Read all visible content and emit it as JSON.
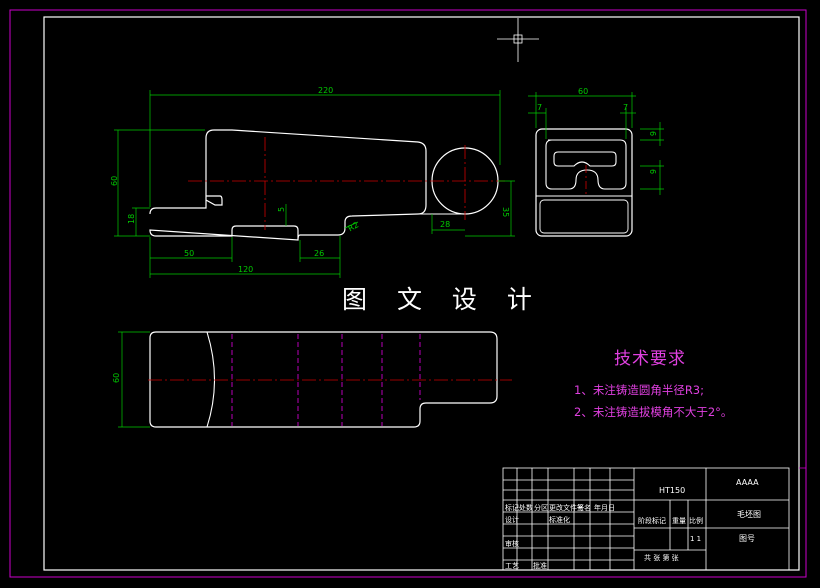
{
  "dimensions": {
    "top_length": "220",
    "top_height": "60",
    "base_height": "18",
    "left_step": "50",
    "center_step": "120",
    "slot_width": "26",
    "slot_depth": "5",
    "fillet_radius": "R2",
    "boss_width": "28",
    "right_height": "35",
    "side_width": "60",
    "side_left_gap": "7",
    "side_right_gap": "7",
    "side_top_dim": "6",
    "side_mid_dim": "6",
    "bottom_height": "60"
  },
  "watermark": "图 文 设 计",
  "requirements": {
    "title": "技术要求",
    "items": [
      "1、未注铸造圆角半径R3;",
      "2、未注铸造拔模角不大于2°。"
    ]
  },
  "title_block": {
    "material": "HT150",
    "company": "AAAA",
    "drawing_name": "毛坯图",
    "drawing_number": "图号",
    "header_labels": [
      "标记",
      "处数",
      "分区",
      "更改文件号",
      "签名",
      "年月日"
    ],
    "design_label": "设计",
    "standardize_label": "标准化",
    "stage_label": "阶段标记",
    "weight_label": "重量",
    "scale_label": "比例",
    "review_label": "审核",
    "process_label": "工艺",
    "approve_label": "批准",
    "scale_value": "1 1",
    "sheet_info": "共 张 第 张"
  },
  "colors": {
    "background": "#000000",
    "outline": "#ffffff",
    "dimension": "#00cc00",
    "centerline": "#cc0000",
    "hidden": "#cc00cc",
    "frame": "#cc00cc"
  }
}
